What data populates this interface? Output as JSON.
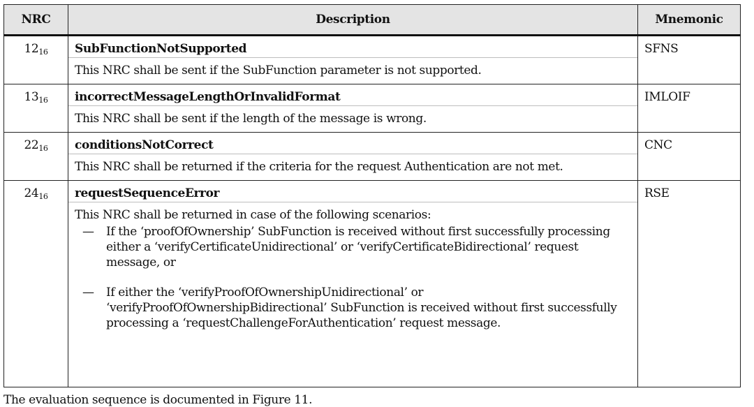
{
  "table": {
    "headers": {
      "nrc": "NRC",
      "description": "Description",
      "mnemonic": "Mnemonic"
    },
    "rows": [
      {
        "nrc": "12",
        "base": "16",
        "name": "SubFunctionNotSupported",
        "text": "This NRC shall be sent if the SubFunction parameter is not supported.",
        "mnemonic": "SFNS"
      },
      {
        "nrc": "13",
        "base": "16",
        "name": "incorrectMessageLengthOrInvalidFormat",
        "text": "This NRC shall be sent if the length of the message is wrong.",
        "mnemonic": "IMLOIF"
      },
      {
        "nrc": "22",
        "base": "16",
        "name": "conditionsNotCorrect",
        "text": "This NRC shall be returned if the criteria for the request Authentication are not met.",
        "mnemonic": "CNC"
      },
      {
        "nrc": "24",
        "base": "16",
        "name": "requestSequenceError",
        "text": "This NRC shall be returned in case of the following scenarios:",
        "bullets": [
          {
            "dash": "—",
            "text": "If the ‘proofOfOwnership’ SubFunction is received without first successfully processing either a ‘verifyCertificateUnidirectional’ or ‘verifyCertificateBidirectional’ request message, or"
          },
          {
            "dash": "—",
            "text": "If either the ‘verifyProofOfOwnershipUnidirectional’ or ‘verifyProofOfOwnershipBidirectional’ SubFunction is received without first successfully processing a ‘requestChallengeForAuthentication’ request message."
          }
        ],
        "mnemonic": "RSE"
      }
    ]
  },
  "footer": {
    "text": "The evaluation sequence is documented in Figure 11."
  }
}
